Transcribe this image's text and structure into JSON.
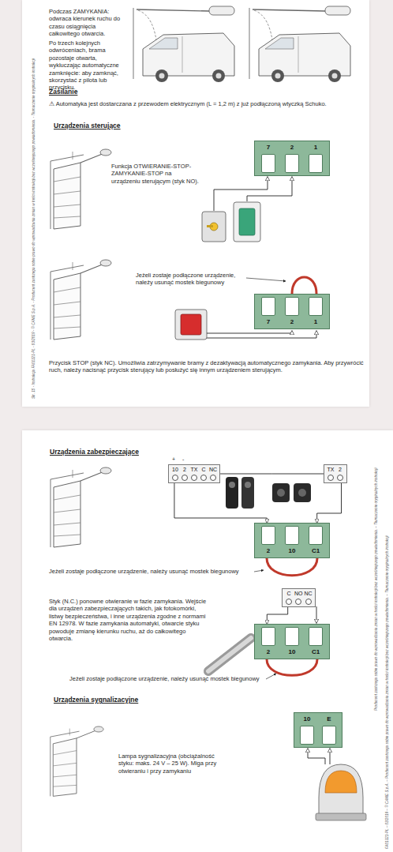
{
  "diagram": {
    "nodes": [
      {
        "text": [
          "7",
          "2",
          "1"
        ]
      },
      {
        "text": [
          "7",
          "2",
          "1"
        ]
      },
      {
        "text": [
          "10",
          "2",
          "TX",
          "C",
          "NC"
        ]
      },
      {
        "text": [
          "TX",
          "2"
        ]
      },
      {
        "text": [
          "2",
          "10",
          "C1"
        ]
      },
      {
        "text": [
          "C",
          "NO",
          "NC"
        ]
      },
      {
        "text": [
          "2",
          "10",
          "C1"
        ]
      },
      {
        "text": [
          "10",
          "E"
        ]
      }
    ],
    "edges": [
      {
        "from": 2,
        "to": 4,
        "arrow": "to"
      },
      {
        "from": 3,
        "to": 4,
        "arrow": "to"
      },
      {
        "from": 2,
        "to": 3,
        "arrow": "none"
      },
      {
        "from": 5,
        "to": 6,
        "arrow": "to"
      }
    ],
    "labels": [
      "Podczas ZAMYKANIA: odwraca kierunek ruchu do czasu osiągnięcia całkowitego otwarcia.",
      "Po trzech kolejnych odwróceniach, brama pozostaje otwarta, wykluczając automatyczne zamknięcie: aby zamknąć, skorzystać z pilota lub przycisku.",
      "Zasilanie",
      "⚠ Automatyka jest dostarczana z przewodem elektrycznym (L = 1,2 m) z już podłączoną wtyczką Schuko.",
      "Urządzenia sterujące",
      "Funkcja OTWIERANIE-STOP-ZAMYKANIE-STOP na urządzeniu sterującym (styk NO).",
      "Jeżeli zostaje podłączone urządzenie, należy usunąć mostek biegunowy",
      "Przycisk STOP (styk NC). Umożliwia zatrzymywanie bramy z dezaktywacją automatycznego zamykania. Aby przywrócić ruch, należy nacisnąć przycisk sterujący lub posłużyć się innym urządzeniem sterującym.",
      "Str. 15 - Instrukcja FA01321-PL - 03/2019 - © CAME S.p.A. - Producent zastrzega sobie prawo do wprowadzania zmian w treści instrukcji bez wcześniejszego powiadomienia. - Tłumaczenie oryginalnych instrukcji",
      "Urządzenia zabezpieczające",
      "+",
      "-",
      "Jeżeli zostaje podłączone urządzenie, należy usunąć mostek biegunowy",
      "Styk (N.C.) ponowne otwieranie w fazie zamykania. Wejście dla urządzeń zabezpieczających takich, jak fotokomórki, listwy bezpieczeństwa, i inne urządzenia zgodne z normami EN 12978. W fazie zamykania automatyki, otwarcie styku powoduje zmianę kierunku ruchu, aż do całkowitego otwarcia.",
      "Jeżeli zostaje podłączone urządzenie, należy usunąć mostek biegunowy",
      "Urządzenia sygnalizacyjne",
      "Lampa sygnalizacyjna (obciążalność styku: maks. 24 V – 25 W). Miga przy otwieraniu i przy zamykaniu",
      "Producent zastrzega sobie prawo do wprowadzania zmian w treści instrukcji bez wcześniejszego powiadomienia. – Tłumaczenie oryginalnych instrukcji",
      "FA01321-PL – 03/2019 – © CAME S.p.A. – Producent zastrzega sobie prawo do wprowadzania zmian w treści instrukcji bez wcześniejszego powiadomienia. – Tłumaczenie oryginalnych instrukcji"
    ]
  }
}
